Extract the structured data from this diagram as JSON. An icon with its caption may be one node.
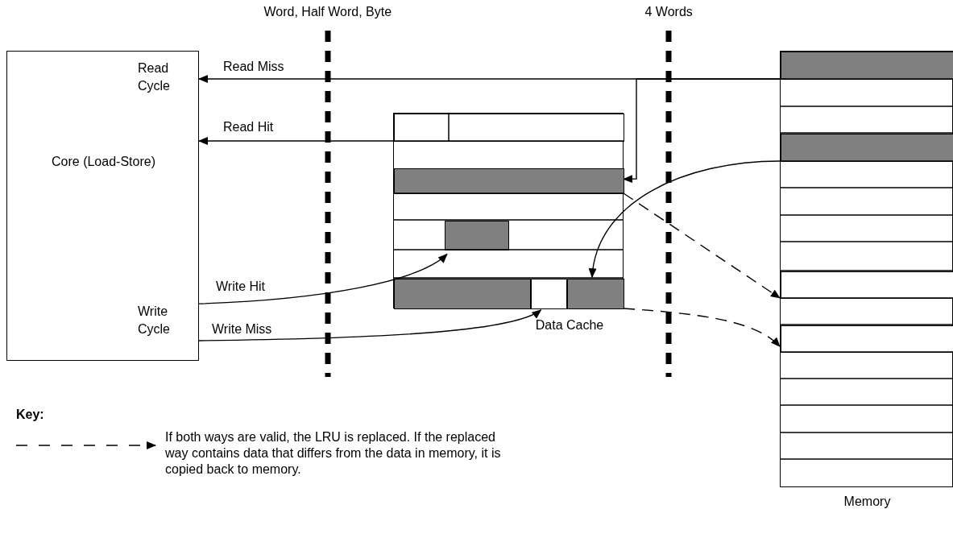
{
  "diagram": {
    "nodes": [
      {
        "text": [
          "Read Cycle",
          "Core (Load-Store)",
          "Write Cycle"
        ]
      },
      {
        "text": [
          "Data Cache"
        ]
      },
      {
        "text": [],
        "shape": "box",
        "in": 1
      },
      {
        "text": [],
        "shape": "bar",
        "in": 1
      },
      {
        "text": [],
        "shape": "box",
        "in": 1
      },
      {
        "text": [],
        "shape": "box",
        "in": 1
      },
      {
        "text": [],
        "shape": "box",
        "in": 1
      },
      {
        "text": [
          "Memory"
        ]
      },
      {
        "text": [],
        "shape": "bar",
        "in": 7
      },
      {
        "text": [],
        "shape": "bar",
        "in": 7
      },
      {
        "text": [],
        "shape": "box",
        "in": 7
      },
      {
        "text": [],
        "shape": "box",
        "in": 7
      },
      {
        "text": [],
        "shape": "box",
        "in": 1
      }
    ],
    "edges": [
      {
        "from": 8,
        "to": 0,
        "arrow": "to",
        "label": "Read Miss"
      },
      {
        "from": 8,
        "to": 3,
        "arrow": "to"
      },
      {
        "from": 2,
        "to": 0,
        "arrow": "to",
        "label": "Read Hit"
      },
      {
        "from": 0,
        "to": 4,
        "arrow": "to",
        "label": "Write Hit"
      },
      {
        "from": 0,
        "to": 5,
        "arrow": "to",
        "label": "Write Miss"
      },
      {
        "from": 9,
        "to": 6,
        "arrow": "to"
      },
      {
        "from": 3,
        "to": 10,
        "arrow": "to",
        "style": "dashed"
      },
      {
        "from": 6,
        "to": 11,
        "arrow": "to",
        "style": "dashed"
      }
    ],
    "labels": [
      "Word, Half Word, Byte",
      "4 Words",
      "Key:"
    ],
    "legend": [
      {
        "text": "If both ways are valid, the LRU is replaced. If the replaced way contains data that differs from the data in memory, it is copied back to memory."
      }
    ]
  }
}
